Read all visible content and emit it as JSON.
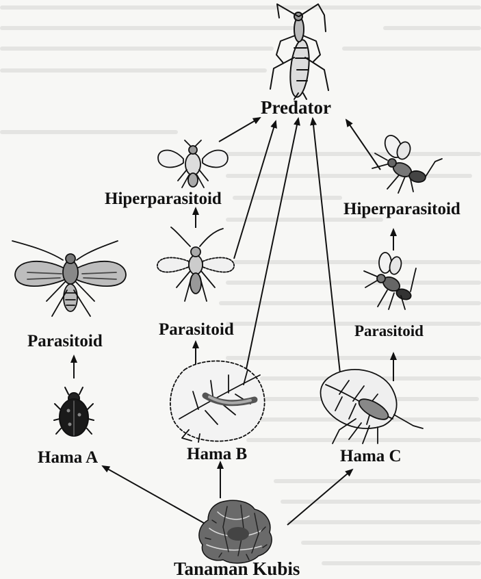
{
  "labels": {
    "predator": "Predator",
    "hiperparasitoid_left": "Hiperparasitoid",
    "hiperparasitoid_right": "Hiperparasitoid",
    "parasitoid_a": "Parasitoid",
    "parasitoid_b": "Parasitoid",
    "parasitoid_c": "Parasitoid",
    "hama_a": "Hama A",
    "hama_b": "Hama B",
    "hama_c": "Hama C",
    "tanaman": "Tanaman Kubis"
  },
  "icons": {
    "predator": "mantis-icon",
    "hiperparasitoid_left": "small-wasp-icon",
    "hiperparasitoid_right": "winged-wasp-icon",
    "parasitoid_a": "wasp-icon",
    "parasitoid_b": "wasp-icon",
    "parasitoid_c": "winged-wasp-icon",
    "hama_a": "beetle-icon",
    "hama_b": "caterpillar-on-leaf-icon",
    "hama_c": "moth-on-leaf-icon",
    "tanaman": "cabbage-icon"
  },
  "colors": {
    "ink": "#111111",
    "paper": "#f7f7f5"
  }
}
